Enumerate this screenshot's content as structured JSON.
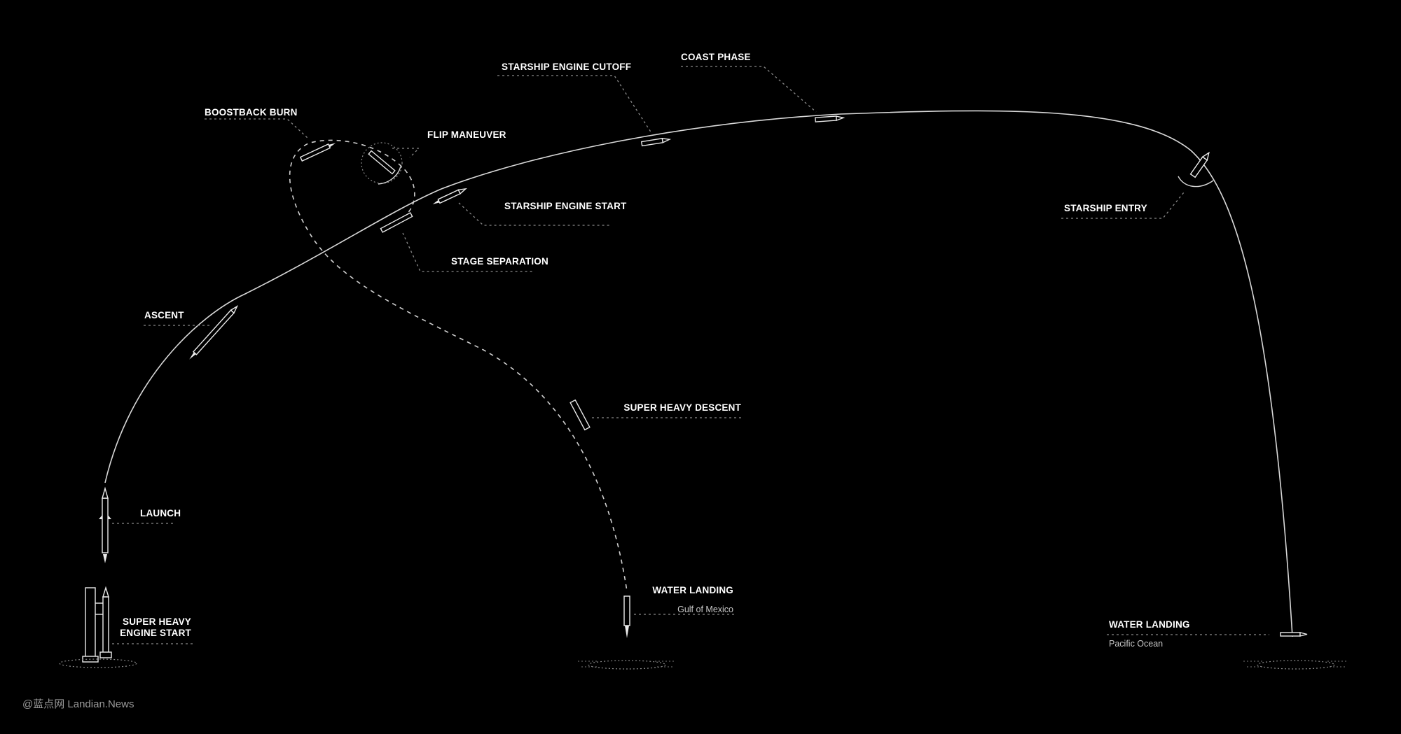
{
  "labels": {
    "launch": "LAUNCH",
    "super_heavy_engine_start_line1": "SUPER HEAVY",
    "super_heavy_engine_start_line2": "ENGINE START",
    "ascent": "ASCENT",
    "boostback_burn": "BOOSTBACK BURN",
    "flip_maneuver": "FLIP MANEUVER",
    "stage_separation": "STAGE SEPARATION",
    "starship_engine_start": "STARSHIP ENGINE START",
    "starship_engine_cutoff": "STARSHIP ENGINE CUTOFF",
    "coast_phase": "COAST PHASE",
    "starship_entry": "STARSHIP ENTRY",
    "super_heavy_descent": "SUPER HEAVY DESCENT",
    "water_landing_gulf": "WATER LANDING",
    "gulf_of_mexico": "Gulf of Mexico",
    "water_landing_pacific": "WATER LANDING",
    "pacific_ocean": "Pacific Ocean"
  },
  "watermark": "@蓝点网 Landian.News",
  "colors": {
    "background": "#000000",
    "label": "#ffffff",
    "path": "#d8d8d8",
    "leader": "#8a8a8a"
  }
}
